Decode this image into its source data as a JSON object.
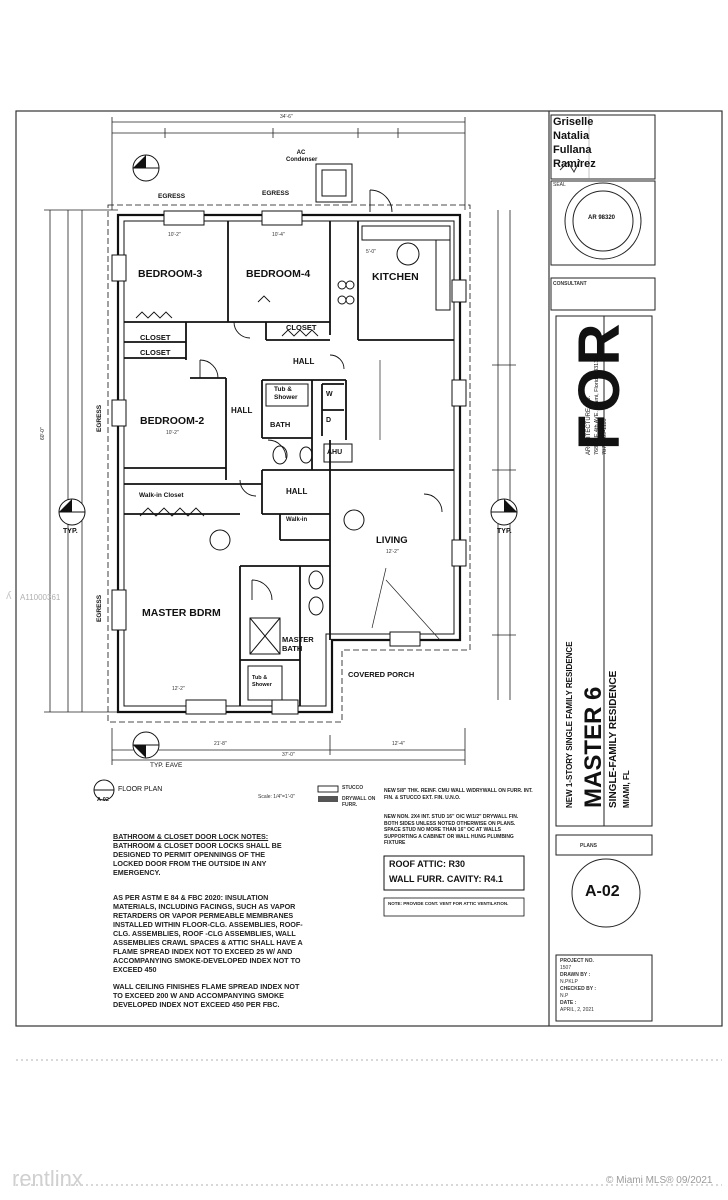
{
  "rooms": {
    "bedroom3": "BEDROOM-3",
    "bedroom4": "BEDROOM-4",
    "kitchen": "KITCHEN",
    "closet_a": "CLOSET",
    "closet_b": "CLOSET",
    "closet_c": "CLOSET",
    "hall_top": "HALL",
    "hall_mid": "HALL",
    "hall_low": "HALL",
    "tub_shower": "Tub & Shower",
    "bath": "BATH",
    "bedroom2": "BEDROOM-2",
    "ahu": "AHU",
    "w": "W",
    "d": "D",
    "walkin_closet": "Walk-in Closet",
    "walkin_small": "Walk-in",
    "living": "LIVING",
    "master_bdrm": "MASTER BDRM",
    "master_bath": "MASTER BATH",
    "tub_shower_2": "Tub & Shower",
    "covered_porch": "COVERED PORCH",
    "ac_condenser": "AC Condenser",
    "egress_1": "EGRESS",
    "egress_2": "EGRESS",
    "egress_side_1": "EGRESS",
    "egress_side_2": "EGRESS",
    "typ_left": "TYP.",
    "typ_right": "TYP.",
    "typ_eave": "TYP. EAVE"
  },
  "dimensions": {
    "overall_width": "34'-6\"",
    "overall_width_bottom": "37'-0\"",
    "overall_depth": "60'-0\"",
    "bed3": "10'-2\"",
    "bed4": "10'-4\"",
    "bed2": "10'-2\"",
    "living": "12'-2\"",
    "master": "12'-2\"",
    "kitchen": "5'-0\"",
    "bottom_left": "21'-8\"",
    "bottom_right": "12'-4\""
  },
  "plan_title": {
    "label": "FLOOR PLAN",
    "ref": "A-02",
    "scale": "Scale: 1/4\"=1'-0\""
  },
  "legend": {
    "stucco": "STUCCO",
    "drywall": "DRYWALL ON FURR."
  },
  "notes": {
    "lock_title": "BATHROOM & CLOSET DOOR LOCK NOTES:",
    "lock_body": "BATHROOM & CLOSET DOOR LOCKS SHALL BE DESIGNED TO PERMIT OPENNINGS OF THE LOCKED DOOR FROM THE OUTSIDE IN ANY EMERGENCY.",
    "astm": "AS PER ASTM E 84 & FBC 2020: INSULATION MATERIALS, INCLUDING FACINGS, SUCH AS VAPOR RETARDERS OR VAPOR PERMEABLE MEMBRANES INSTALLED WITHIN FLOOR-CLG. ASSEMBLIES, ROOF-CLG. ASSEMBLIES, ROOF -CLG ASSEMBLIES, WALL ASSEMBLIES CRAWL SPACES & ATTIC SHALL HAVE A FLAME SPREAD INDEX NOT TO EXCEED 25 W/ AND ACCOMPANYING SMOKE-DEVELOPED INDEX NOT TO EXCEED 450",
    "wall_ceiling": "WALL CEILING FINISHES FLAME SPREAD INDEX NOT TO EXCEED 200 W AND ACCOMPANYING SMOKE DEVELOPED INDEX NOT EXCEED 450 PER FBC.",
    "new_wall": "NEW 5/8\" THK. REINF. CMU WALL W/DRYWALL ON FURR. INT. FIN. & STUCCO EXT. FIN. U.N.O.",
    "new_partition": "NEW NON. 2X4 INT. STUD 16\" O/C W/1/2\" DRYWALL FIN. BOTH SIDES UNLESS NOTED OTHERWISE ON PLANS. SPACE STUD NO MORE THAN 16\" OC AT WALLS SUPPORTING A CABINET OR WALL HUNG PLUMBING FIXTURE",
    "attic_note": "NOTE: PROVIDE CONT. VENT FOR ATTIC VENTILATION."
  },
  "insulation": {
    "roof": "ROOF ATTIC: R30",
    "wall": "WALL FURR. CAVITY: R4.1"
  },
  "title_block": {
    "signer_1": "Griselle",
    "signer_2": "Natalia",
    "signer_3": "Fullana",
    "signer_4": "Ramirez",
    "seal_label": "SEAL",
    "seal_license": "AR 98320",
    "consultant": "CONSULTANT",
    "stamp_for": "FOR",
    "firm_name": "ARCHITECTURE CO.",
    "firm_address": "7680 NE 4th AVE. Miami, Florida, 33138",
    "firm_phone": "787 - 409-1118",
    "project_type": "NEW 1-STORY SINGLE FAMILY RESIDENCE",
    "project_name": "MASTER 6",
    "project_sub": "SINGLE-FAMILY RESIDENCE",
    "project_city": "MIAMI, FL",
    "plans_label": "PLANS",
    "sheet_number": "A-02",
    "project_no_label": "PROJECT NO.",
    "project_no": "1507",
    "drawn_by_label": "DRAWN BY :",
    "drawn_by": "N.PKLP",
    "checked_by_label": "CHECKED BY :",
    "checked_by": "N.P",
    "date_label": "DATE :",
    "date": "APRIL, 2, 2021"
  },
  "watermarks": {
    "listing_id": "A11000361",
    "rentlinx": "rentlinx",
    "mls": "© Miami MLS® 09/2021"
  }
}
